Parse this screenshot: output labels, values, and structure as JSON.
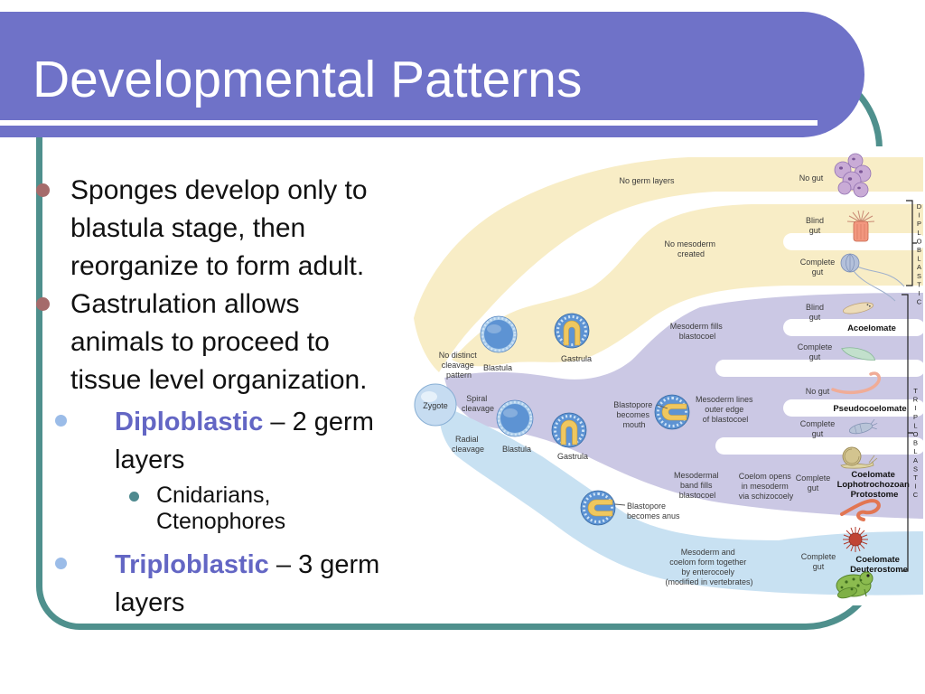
{
  "slide": {
    "title": "Developmental Patterns"
  },
  "bullets": {
    "item1": {
      "lines": [
        "Sponges develop only to",
        "blastula stage, then",
        "reorganize to form adult."
      ]
    },
    "item2": {
      "lines": [
        "Gastrulation allows",
        "animals to proceed to",
        "tissue level organization."
      ]
    },
    "item3": {
      "term": "Diploblastic",
      "rest": " – 2 germ",
      "line2": "layers"
    },
    "item4": {
      "lines": [
        "Cnidarians,",
        "Ctenophores"
      ]
    },
    "item5": {
      "term": "Triploblastic",
      "rest": " – 3 germ",
      "line2": "layers"
    }
  },
  "diagram": {
    "stages": {
      "zygote": "Zygote",
      "blastula_top": "Blastula",
      "gastrula_top": "Gastrula",
      "blastula_mid": "Blastula",
      "gastrula_mid": "Gastrula"
    },
    "labels": {
      "no_cleavage": [
        "No distinct",
        "cleavage",
        "pattern"
      ],
      "spiral": [
        "Spiral",
        "cleavage"
      ],
      "radial": [
        "Radial",
        "cleavage"
      ],
      "no_germ_layers": "No germ layers",
      "no_mesoderm": [
        "No mesoderm",
        "created"
      ],
      "mesoderm_fills": [
        "Mesoderm fills",
        "blastocoel"
      ],
      "mesoderm_lines": [
        "Mesoderm lines",
        "outer edge",
        "of blastocoel"
      ],
      "mesodermal_band": [
        "Mesodermal",
        "band fills",
        "blastocoel"
      ],
      "coelom_opens": [
        "Coelom opens",
        "in mesoderm",
        "via schizocoely"
      ],
      "mesoderm_coelom": [
        "Mesoderm and",
        "coelom form together",
        "by enterocoely",
        "(modified in vertebrates)"
      ],
      "blastopore_mouth": [
        "Blastopore",
        "becomes",
        "mouth"
      ],
      "blastopore_anus": [
        "Blastopore",
        "becomes anus"
      ]
    },
    "guts": {
      "sponge": "No gut",
      "anemone": [
        "Blind",
        "gut"
      ],
      "ctenophore": [
        "Complete",
        "gut"
      ],
      "flatworm": [
        "Blind",
        "gut"
      ],
      "green_worm": [
        "Complete",
        "gut"
      ],
      "roundworm": "No gut",
      "rotifer": [
        "Complete",
        "gut"
      ],
      "snail": [
        "Complete",
        "gut"
      ],
      "deuterostome": [
        "Complete",
        "gut"
      ]
    },
    "groups": {
      "acoelomate": "Acoelomate",
      "pseudocoelomate": "Pseudocoelomate",
      "lophotrochozoan": [
        "Coelomate",
        "Lophotrochozoan",
        "Protostome"
      ],
      "deuterostome": [
        "Coelomate",
        "Deuterostome"
      ]
    },
    "brackets": {
      "diploblastic": "DIPLOBLASTIC",
      "triploblastic": "TRIPLOBLASTIC"
    }
  },
  "colors": {
    "title_bar": "#6F72C8",
    "frame_teal": "#4F908D",
    "bullet_l1": "#A56B6B",
    "bullet_l2": "#9BBCE8",
    "bullet_l3": "#4F8A8F",
    "term_text": "#6366C4",
    "band_yellow": "#F8EDC6",
    "band_purple": "#CBC8E4",
    "band_blue": "#C8E1F2"
  }
}
